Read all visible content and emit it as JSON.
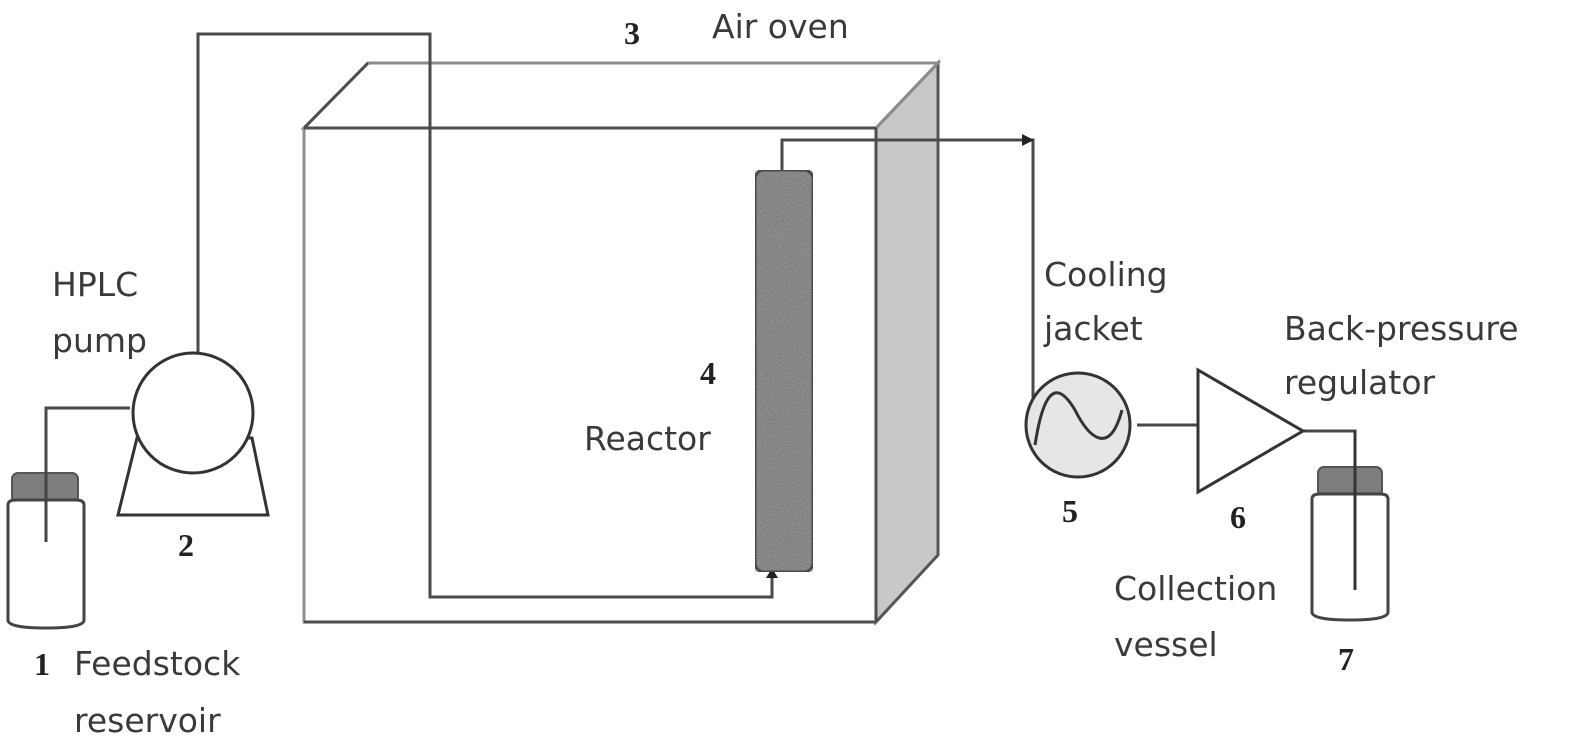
{
  "diagram": {
    "components": [
      {
        "id": "feedstock-reservoir",
        "number": "1",
        "label_lines": [
          "Feedstock",
          "reservoir"
        ]
      },
      {
        "id": "hplc-pump",
        "number": "2",
        "label_lines": [
          "HPLC",
          "pump"
        ]
      },
      {
        "id": "air-oven",
        "number": "3",
        "label_lines": [
          "Air oven"
        ]
      },
      {
        "id": "reactor",
        "number": "4",
        "label_lines": [
          "Reactor"
        ]
      },
      {
        "id": "cooling-jacket",
        "number": "5",
        "label_lines": [
          "Cooling",
          "jacket"
        ]
      },
      {
        "id": "back-pressure-regulator",
        "number": "6",
        "label_lines": [
          "Back-pressure",
          "regulator"
        ]
      },
      {
        "id": "collection-vessel",
        "number": "7",
        "label_lines": [
          "Collection",
          "vessel"
        ]
      }
    ],
    "flow": [
      "feedstock-reservoir",
      "hplc-pump",
      "reactor",
      "cooling-jacket",
      "back-pressure-regulator",
      "collection-vessel"
    ],
    "colors": {
      "line": "#4a4a4a",
      "oven_side": "#c8c8c8",
      "cap": "#7d7d7d",
      "reactor_fill": "#9a9a9a",
      "cooling_fill": "#e6e6e6"
    }
  }
}
